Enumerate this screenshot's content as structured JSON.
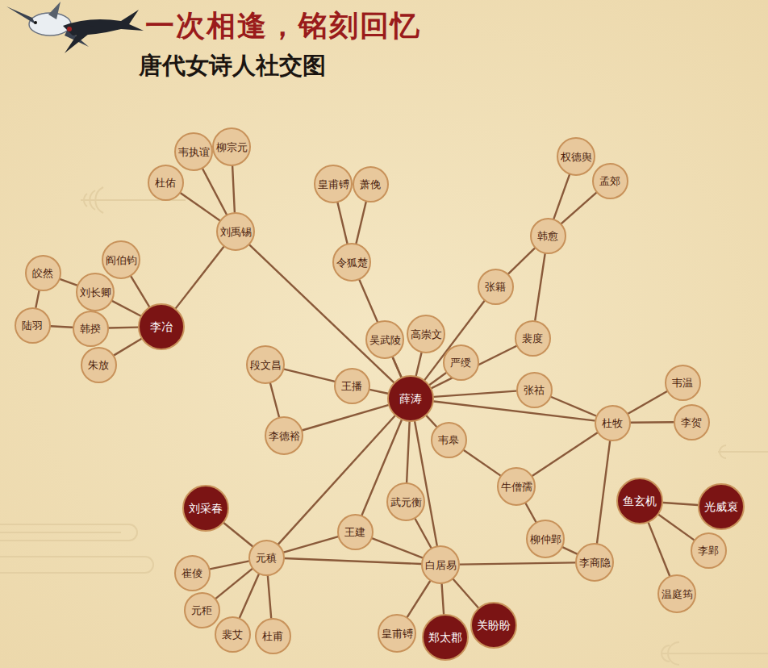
{
  "diagram": {
    "title": "一次相逢，铭刻回忆",
    "nodes": [
      {
        "text": [
          "柳宗元"
        ]
      },
      {
        "text": [
          "韦执谊"
        ]
      },
      {
        "text": [
          "权德舆"
        ]
      },
      {
        "text": [
          "杜佑"
        ]
      },
      {
        "text": [
          "皇甫镈"
        ]
      },
      {
        "text": [
          "萧俛"
        ]
      },
      {
        "text": [
          "孟郊"
        ]
      },
      {
        "text": [
          "刘禹锡"
        ]
      },
      {
        "text": [
          "韩愈"
        ]
      },
      {
        "text": [
          "阎伯钧"
        ]
      },
      {
        "text": [
          "令狐楚"
        ]
      },
      {
        "text": [
          "皎然"
        ]
      },
      {
        "text": [
          "刘长卿"
        ]
      },
      {
        "text": [
          "张籍"
        ]
      },
      {
        "text": [
          "陆羽"
        ]
      },
      {
        "text": [
          "韩揆"
        ]
      },
      {
        "text": [
          "李冶"
        ]
      },
      {
        "text": [
          "高崇文"
        ]
      },
      {
        "text": [
          "吴武陵"
        ]
      },
      {
        "text": [
          "裴度"
        ]
      },
      {
        "text": [
          "严绶"
        ]
      },
      {
        "text": [
          "朱放"
        ]
      },
      {
        "text": [
          "段文昌"
        ]
      },
      {
        "text": [
          "韦温"
        ]
      },
      {
        "text": [
          "王播"
        ]
      },
      {
        "text": [
          "张祜"
        ]
      },
      {
        "text": [
          "薛涛"
        ]
      },
      {
        "text": [
          "杜牧"
        ]
      },
      {
        "text": [
          "李贺"
        ]
      },
      {
        "text": [
          "李德裕"
        ]
      },
      {
        "text": [
          "韦皋"
        ]
      },
      {
        "text": [
          "牛僧孺"
        ]
      },
      {
        "text": [
          "武元衡"
        ]
      },
      {
        "text": [
          "鱼玄机"
        ]
      },
      {
        "text": [
          "光威裒"
        ]
      },
      {
        "text": [
          "刘采春"
        ]
      },
      {
        "text": [
          "王建"
        ]
      },
      {
        "text": [
          "柳仲郢"
        ]
      },
      {
        "text": [
          "李郢"
        ]
      },
      {
        "text": [
          "元稹"
        ]
      },
      {
        "text": [
          "李商隐"
        ]
      },
      {
        "text": [
          "白居易"
        ]
      },
      {
        "text": [
          "崔倰"
        ]
      },
      {
        "text": [
          "温庭筠"
        ]
      },
      {
        "text": [
          "元秬"
        ]
      },
      {
        "text": [
          "关盼盼"
        ]
      },
      {
        "text": [
          "裴艾"
        ]
      },
      {
        "text": [
          "杜甫"
        ]
      },
      {
        "text": [
          "皇甫镈"
        ]
      },
      {
        "text": [
          "郑太郡"
        ]
      }
    ],
    "edges": [
      {
        "from": 7,
        "to": 1,
        "arrow": "none"
      },
      {
        "from": 7,
        "to": 0,
        "arrow": "none"
      },
      {
        "from": 7,
        "to": 3,
        "arrow": "none"
      },
      {
        "from": 7,
        "to": 16,
        "arrow": "none"
      },
      {
        "from": 7,
        "to": 26,
        "arrow": "none"
      },
      {
        "from": 16,
        "to": 9,
        "arrow": "none"
      },
      {
        "from": 16,
        "to": 12,
        "arrow": "none"
      },
      {
        "from": 16,
        "to": 15,
        "arrow": "none"
      },
      {
        "from": 16,
        "to": 21,
        "arrow": "none"
      },
      {
        "from": 11,
        "to": 12,
        "arrow": "none"
      },
      {
        "from": 11,
        "to": 14,
        "arrow": "none"
      },
      {
        "from": 14,
        "to": 15,
        "arrow": "none"
      },
      {
        "from": 10,
        "to": 4,
        "arrow": "none"
      },
      {
        "from": 10,
        "to": 5,
        "arrow": "none"
      },
      {
        "from": 10,
        "to": 26,
        "arrow": "none"
      },
      {
        "from": 8,
        "to": 2,
        "arrow": "none"
      },
      {
        "from": 8,
        "to": 6,
        "arrow": "none"
      },
      {
        "from": 8,
        "to": 13,
        "arrow": "none"
      },
      {
        "from": 8,
        "to": 19,
        "arrow": "none"
      },
      {
        "from": 26,
        "to": 18,
        "arrow": "none"
      },
      {
        "from": 26,
        "to": 17,
        "arrow": "none"
      },
      {
        "from": 26,
        "to": 20,
        "arrow": "none"
      },
      {
        "from": 26,
        "to": 13,
        "arrow": "none"
      },
      {
        "from": 26,
        "to": 19,
        "arrow": "none"
      },
      {
        "from": 26,
        "to": 25,
        "arrow": "none"
      },
      {
        "from": 26,
        "to": 27,
        "arrow": "none"
      },
      {
        "from": 26,
        "to": 24,
        "arrow": "none"
      },
      {
        "from": 26,
        "to": 29,
        "arrow": "none"
      },
      {
        "from": 26,
        "to": 30,
        "arrow": "none"
      },
      {
        "from": 26,
        "to": 32,
        "arrow": "none"
      },
      {
        "from": 26,
        "to": 36,
        "arrow": "none"
      },
      {
        "from": 26,
        "to": 39,
        "arrow": "none"
      },
      {
        "from": 26,
        "to": 41,
        "arrow": "none"
      },
      {
        "from": 22,
        "to": 24,
        "arrow": "none"
      },
      {
        "from": 22,
        "to": 29,
        "arrow": "none"
      },
      {
        "from": 27,
        "to": 25,
        "arrow": "none"
      },
      {
        "from": 27,
        "to": 23,
        "arrow": "none"
      },
      {
        "from": 27,
        "to": 28,
        "arrow": "none"
      },
      {
        "from": 27,
        "to": 31,
        "arrow": "none"
      },
      {
        "from": 27,
        "to": 40,
        "arrow": "none"
      },
      {
        "from": 30,
        "to": 31,
        "arrow": "none"
      },
      {
        "from": 31,
        "to": 37,
        "arrow": "none"
      },
      {
        "from": 37,
        "to": 40,
        "arrow": "none"
      },
      {
        "from": 41,
        "to": 40,
        "arrow": "none"
      },
      {
        "from": 41,
        "to": 39,
        "arrow": "none"
      },
      {
        "from": 41,
        "to": 36,
        "arrow": "none"
      },
      {
        "from": 41,
        "to": 32,
        "arrow": "none"
      },
      {
        "from": 41,
        "to": 48,
        "arrow": "none"
      },
      {
        "from": 41,
        "to": 49,
        "arrow": "none"
      },
      {
        "from": 41,
        "to": 45,
        "arrow": "none"
      },
      {
        "from": 39,
        "to": 35,
        "arrow": "none"
      },
      {
        "from": 39,
        "to": 42,
        "arrow": "none"
      },
      {
        "from": 39,
        "to": 44,
        "arrow": "none"
      },
      {
        "from": 39,
        "to": 46,
        "arrow": "none"
      },
      {
        "from": 39,
        "to": 47,
        "arrow": "none"
      },
      {
        "from": 39,
        "to": 36,
        "arrow": "none"
      },
      {
        "from": 33,
        "to": 34,
        "arrow": "none"
      },
      {
        "from": 33,
        "to": 38,
        "arrow": "none"
      },
      {
        "from": 33,
        "to": 43,
        "arrow": "none"
      }
    ],
    "labels": [
      "唐代女诗人社交图"
    ]
  }
}
